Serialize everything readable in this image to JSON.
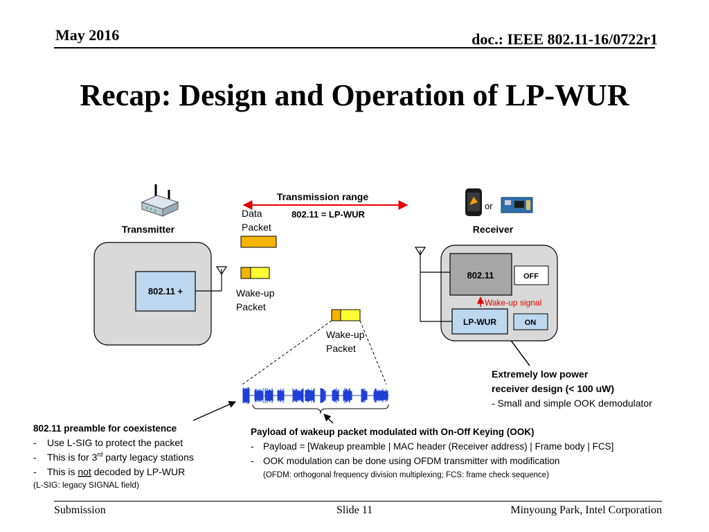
{
  "header": {
    "date": "May 2016",
    "doc": "doc.: IEEE 802.11-16/0722r1"
  },
  "title": "Recap: Design and Operation of LP-WUR",
  "diagram": {
    "transmission_range": "Transmission range",
    "equation": "802.11 = LP-WUR",
    "data_packet": [
      "Data",
      "Packet"
    ],
    "wakeup_packet_1": [
      "Wake-up",
      "Packet"
    ],
    "wakeup_packet_2": [
      "Wake-up",
      "Packet"
    ],
    "transmitter_label": "Transmitter",
    "tx_radio": "802.11 +",
    "receiver_label": "Receiver",
    "or_text": "or",
    "rx_radio": "802.11",
    "rx_radio_state": "OFF",
    "wakeup_signal": "Wake-up signal",
    "lpwur": "LP-WUR",
    "lpwur_state": "ON",
    "colors": {
      "packet_orange": "#F5B400",
      "packet_yellow": "#FFFF33",
      "device_box": "#D9D9D9",
      "radio_box": "#BDD7EE",
      "arrow_red": "#E00000",
      "waveform_blue": "#1F3FD6"
    }
  },
  "annotations": {
    "low_power": {
      "line1": "Extremely low power",
      "line2": "receiver design (< 100 uW)",
      "line3": "- Small and simple OOK demodulator"
    },
    "preamble": {
      "heading": "802.11 preamble for coexistence",
      "b1_dash": "-",
      "b1": "Use L-SIG to protect the packet",
      "b2_dash": "-",
      "b2_pre": "This is for 3",
      "b2_sup": "rd",
      "b2_post": " party legacy stations",
      "b3_dash": "-",
      "b3_pre": "This is ",
      "b3_u": "not",
      "b3_post": " decoded by LP-WUR",
      "note": "(L-SIG: legacy SIGNAL field)"
    },
    "payload": {
      "heading": "Payload of wakeup packet modulated with On-Off Keying (OOK)",
      "b1_dash": "-",
      "b1": "Payload = [Wakeup preamble | MAC header (Receiver address) | Frame body | FCS]",
      "b2_dash": "-",
      "b2": "OOK modulation can be done using OFDM transmitter with modification",
      "note": "(OFDM: orthogonal frequency division multiplexing; FCS: frame check sequence)"
    }
  },
  "footer": {
    "left": "Submission",
    "center": "Slide 11",
    "right": "Minyoung Park, Intel Corporation"
  }
}
